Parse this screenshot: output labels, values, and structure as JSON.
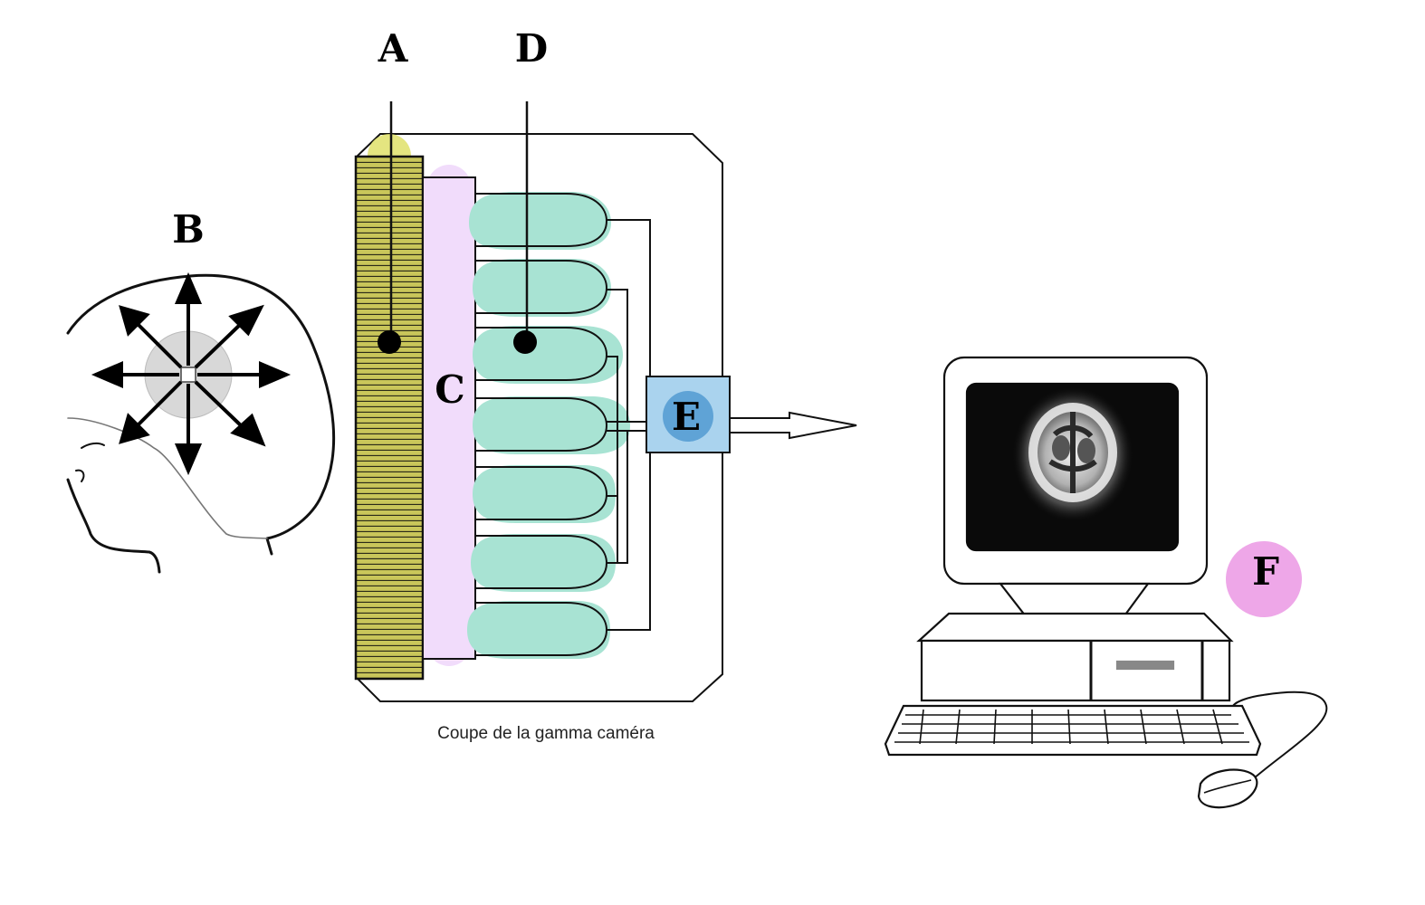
{
  "labels": {
    "a": "A",
    "b": "B",
    "c": "C",
    "d": "D",
    "e": "E",
    "f": "F"
  },
  "caption": "Coupe de la gamma caméra",
  "colors": {
    "collimator": "#c9c65a",
    "crystal": "#f1dcfb",
    "photomultiplier": "#a8e3d3",
    "electronics_box": "#aad3ee",
    "electronics_dot": "#5fa3d6",
    "computer_badge": "#eea7e8",
    "screen": "#0a0a0a"
  },
  "icons": {
    "head": "head-profile-icon",
    "emission": "gamma-emission-icon",
    "computer": "computer-workstation-icon",
    "brain_scan": "brain-scan-image-icon",
    "mouse": "mouse-icon",
    "keyboard": "keyboard-icon"
  }
}
